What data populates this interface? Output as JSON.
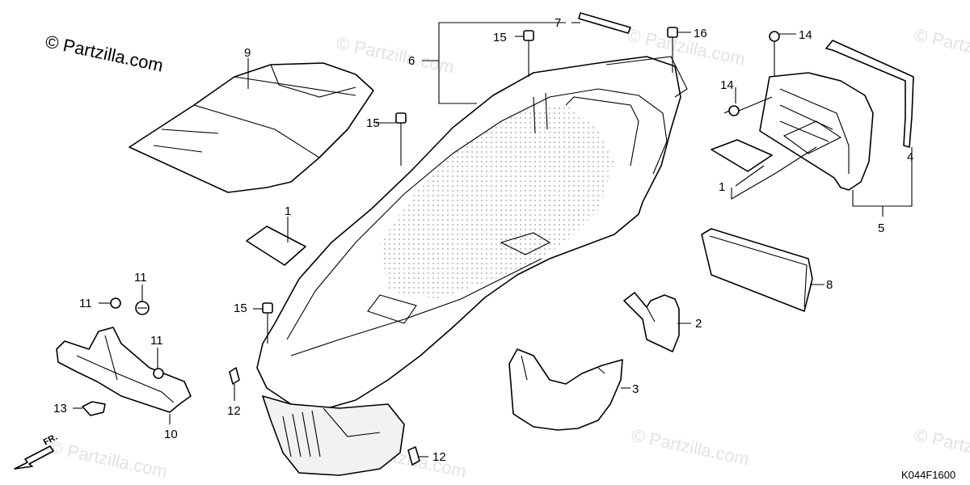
{
  "copyright": "© Partzilla.com",
  "watermark": "© Partzilla.com",
  "diagram_code": "K044F1600",
  "direction_label": "FR.",
  "callouts": {
    "c1a": "1",
    "c1b": "1",
    "c2": "2",
    "c3": "3",
    "c4": "4",
    "c5": "5",
    "c6": "6",
    "c7": "7",
    "c8": "8",
    "c9": "9",
    "c10": "10",
    "c11a": "11",
    "c11b": "11",
    "c11c": "11",
    "c12a": "12",
    "c12b": "12",
    "c13": "13",
    "c14a": "14",
    "c14b": "14",
    "c15a": "15",
    "c15b": "15",
    "c15c": "15",
    "c16": "16"
  }
}
